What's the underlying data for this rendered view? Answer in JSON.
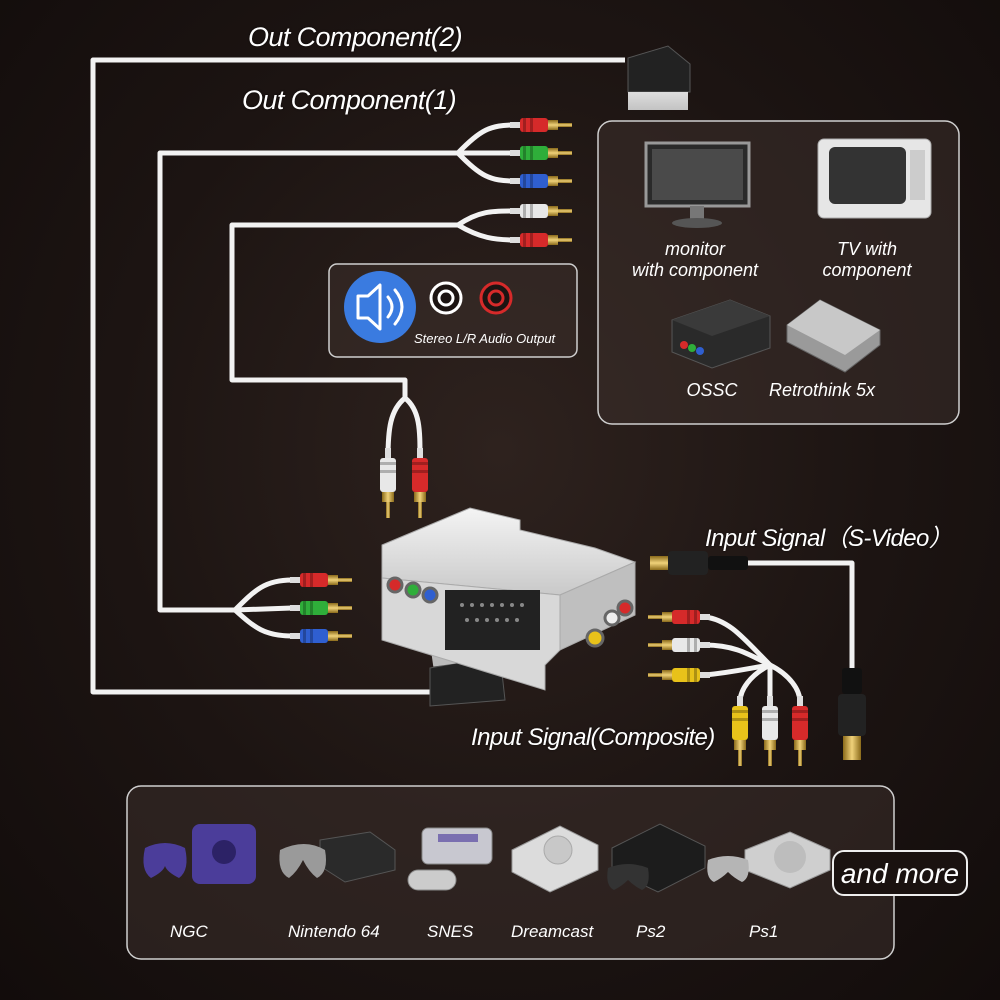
{
  "labels": {
    "out_component_2": "Out Component(2)",
    "out_component_1": "Out Component(1)",
    "input_svideo": "Input Signal（S-Video）",
    "input_composite": "Input Signal(Composite)",
    "audio_output": "Stereo L/R Audio Output"
  },
  "displays": {
    "monitor": "monitor\nwith component",
    "tv": "TV with\ncomponent",
    "ossc": "OSSC",
    "retrothink": "Retrothink 5x"
  },
  "consoles": [
    "NGC",
    "Nintendo 64",
    "SNES",
    "Dreamcast",
    "Ps2",
    "Ps1"
  ],
  "more_button": "and more",
  "icons": [
    "speaker-icon",
    "audio-jack-white-icon",
    "audio-jack-red-icon",
    "scart-connector-icon",
    "rca-plug-icon",
    "svideo-plug-icon"
  ],
  "colors": {
    "background": "#1c1412",
    "rca_red": "#d62a2a",
    "rca_green": "#2fae3a",
    "rca_blue": "#2f5fd0",
    "rca_white": "#e8e8e8",
    "rca_yellow": "#e8c21a",
    "speaker_badge": "#3a7be0"
  }
}
